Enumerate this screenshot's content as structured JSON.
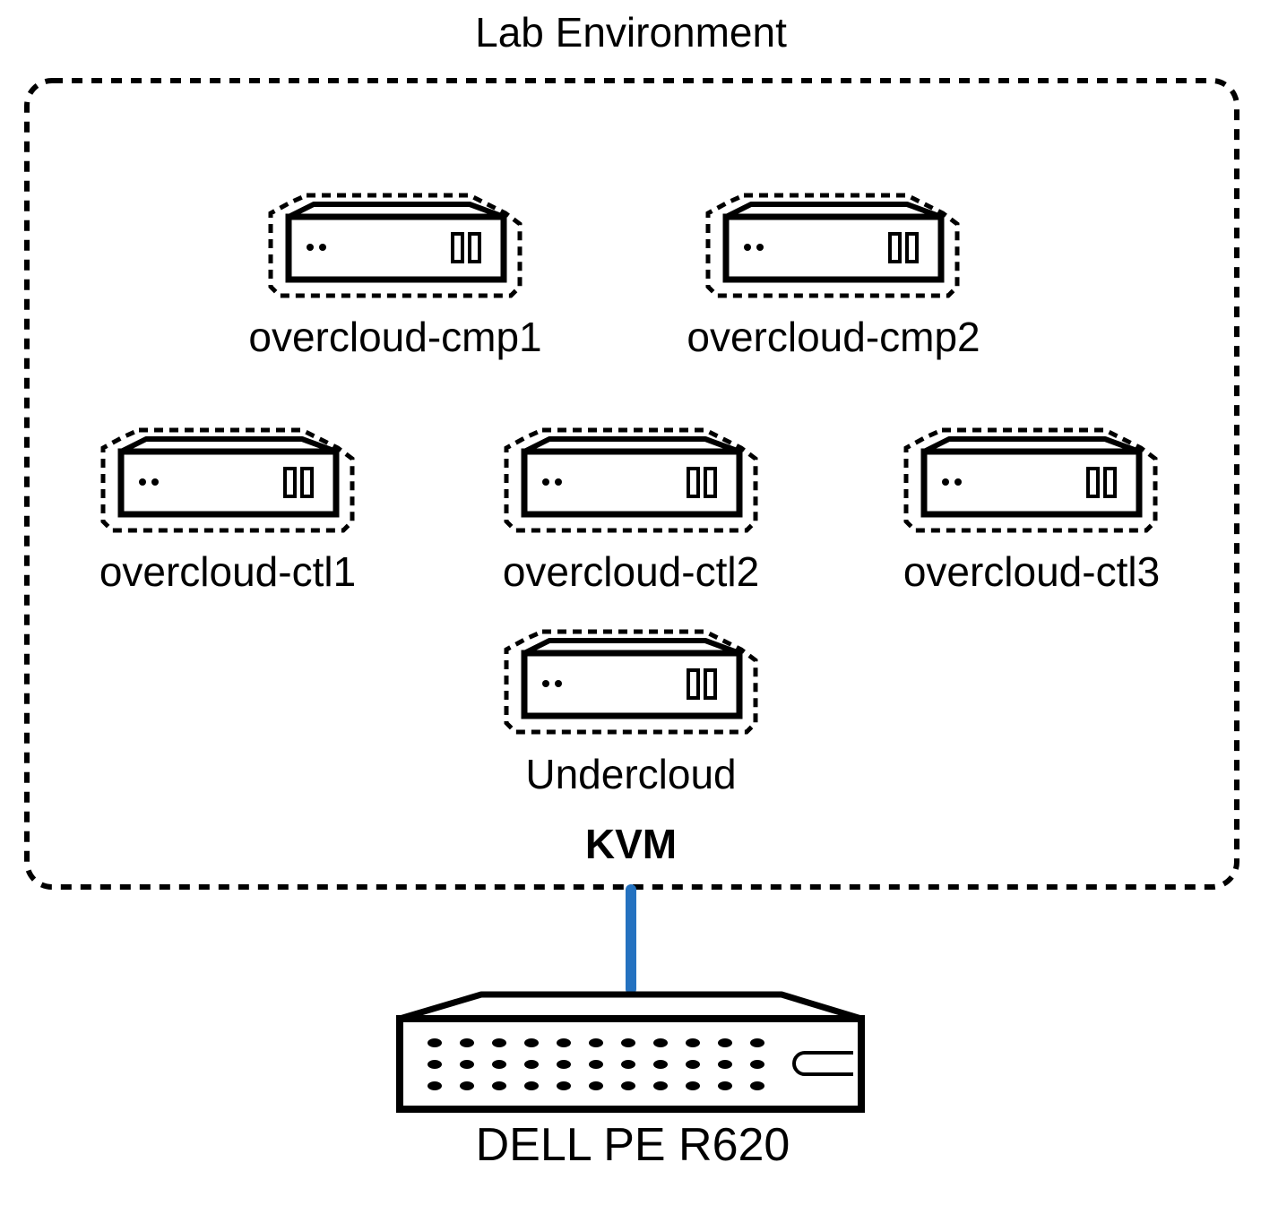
{
  "title": "Lab Environment",
  "hypervisor_label": "KVM",
  "vms": [
    {
      "id": "cmp1",
      "label": "overcloud-cmp1"
    },
    {
      "id": "cmp2",
      "label": "overcloud-cmp2"
    },
    {
      "id": "ctl1",
      "label": "overcloud-ctl1"
    },
    {
      "id": "ctl2",
      "label": "overcloud-ctl2"
    },
    {
      "id": "ctl3",
      "label": "overcloud-ctl3"
    },
    {
      "id": "undercloud",
      "label": "Undercloud"
    }
  ],
  "host": {
    "label": "DELL PE R620"
  },
  "colors": {
    "link": "#2472c0",
    "stroke": "#000000",
    "background": "#ffffff"
  },
  "icons": {
    "vm": "virtual-server-icon",
    "host": "rack-server-icon"
  }
}
